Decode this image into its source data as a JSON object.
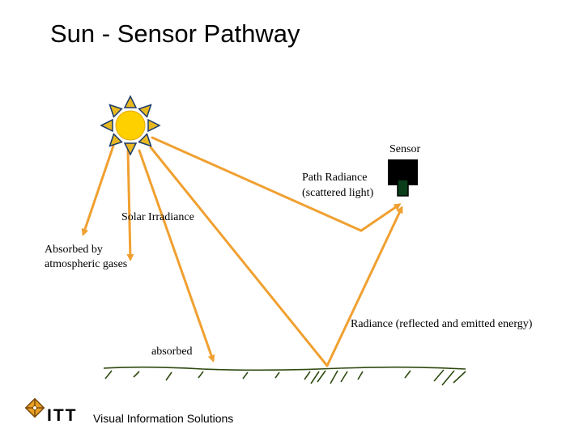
{
  "title": "Sun - Sensor Pathway",
  "labels": {
    "sensor": "Sensor",
    "path_radiance_line1": "Path Radiance",
    "path_radiance_line2": "(scattered light)",
    "solar_irradiance": "Solar Irradiance",
    "absorbed_line1": "Absorbed by",
    "absorbed_line2": "atmospheric gases",
    "radiance": "Radiance (reflected and emitted energy)",
    "absorbed": "absorbed"
  },
  "footer": {
    "brand": "ITT",
    "tagline": "Visual Information Solutions"
  },
  "colors": {
    "ray": "#f0a030",
    "sun_body": "#ffd000",
    "sun_ray_fill": "#e8b820",
    "ground": "#2e4a10",
    "sensor_body": "#000000",
    "sensor_lens": "#0a3d1a"
  },
  "icons": [
    "sun-icon",
    "sensor-icon",
    "itt-logo-icon"
  ]
}
